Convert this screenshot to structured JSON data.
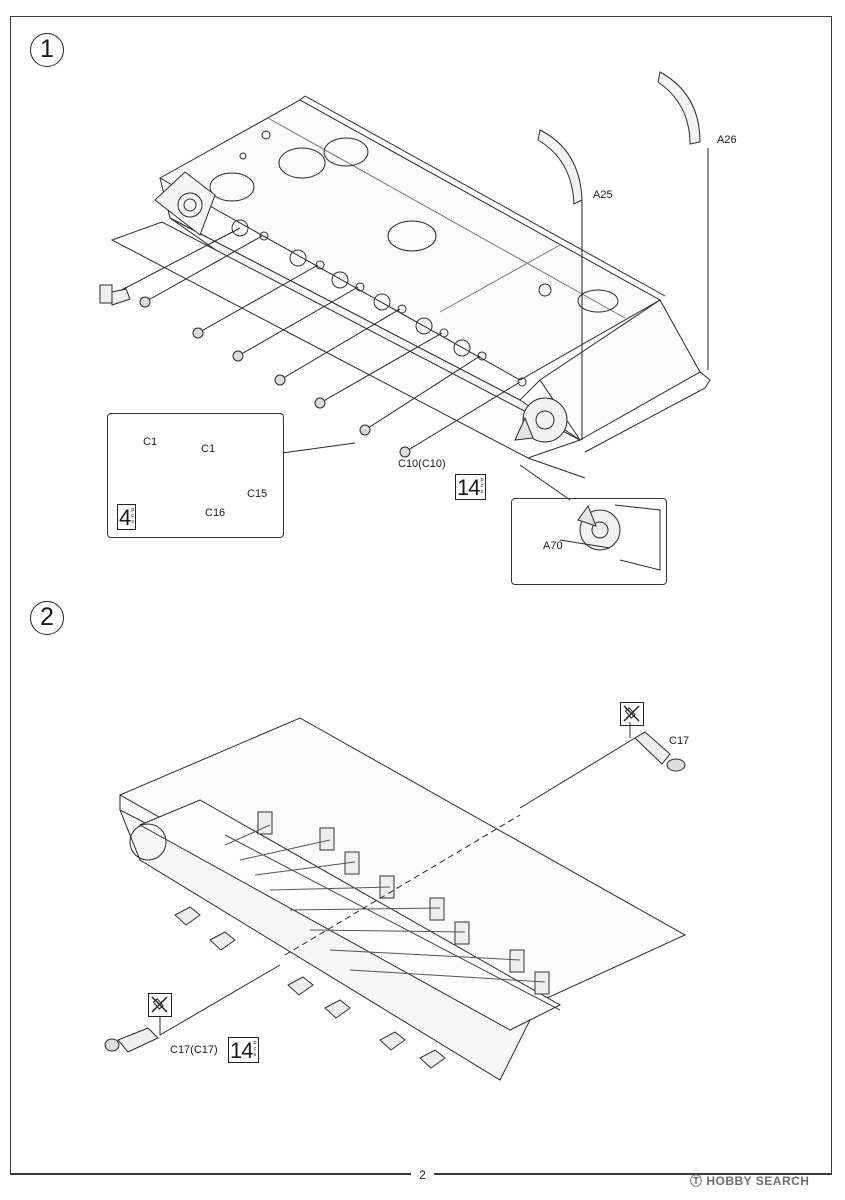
{
  "page_number": "2",
  "watermark": "Ⓣ HOBBY SEARCH",
  "steps": [
    {
      "number": "1"
    },
    {
      "number": "2"
    }
  ],
  "step1": {
    "parts": {
      "a25": "A25",
      "a26": "A26",
      "a70": "A70",
      "c1_left": "C1",
      "c1_right": "C1",
      "c15": "C15",
      "c16": "C16",
      "c10": "C10(C10)"
    },
    "qty_inset": {
      "count": "4",
      "unit": [
        "p",
        "c",
        "s"
      ]
    },
    "qty_wheels": {
      "count": "14",
      "unit": [
        "p",
        "c",
        "s"
      ]
    }
  },
  "step2": {
    "parts": {
      "c17_right": "C17",
      "c17_left": "C17(C17)"
    },
    "qty_arms": {
      "count": "14",
      "unit": [
        "p",
        "c",
        "s"
      ]
    },
    "icons": [
      "no-cement-icon",
      "no-cement-icon"
    ]
  }
}
